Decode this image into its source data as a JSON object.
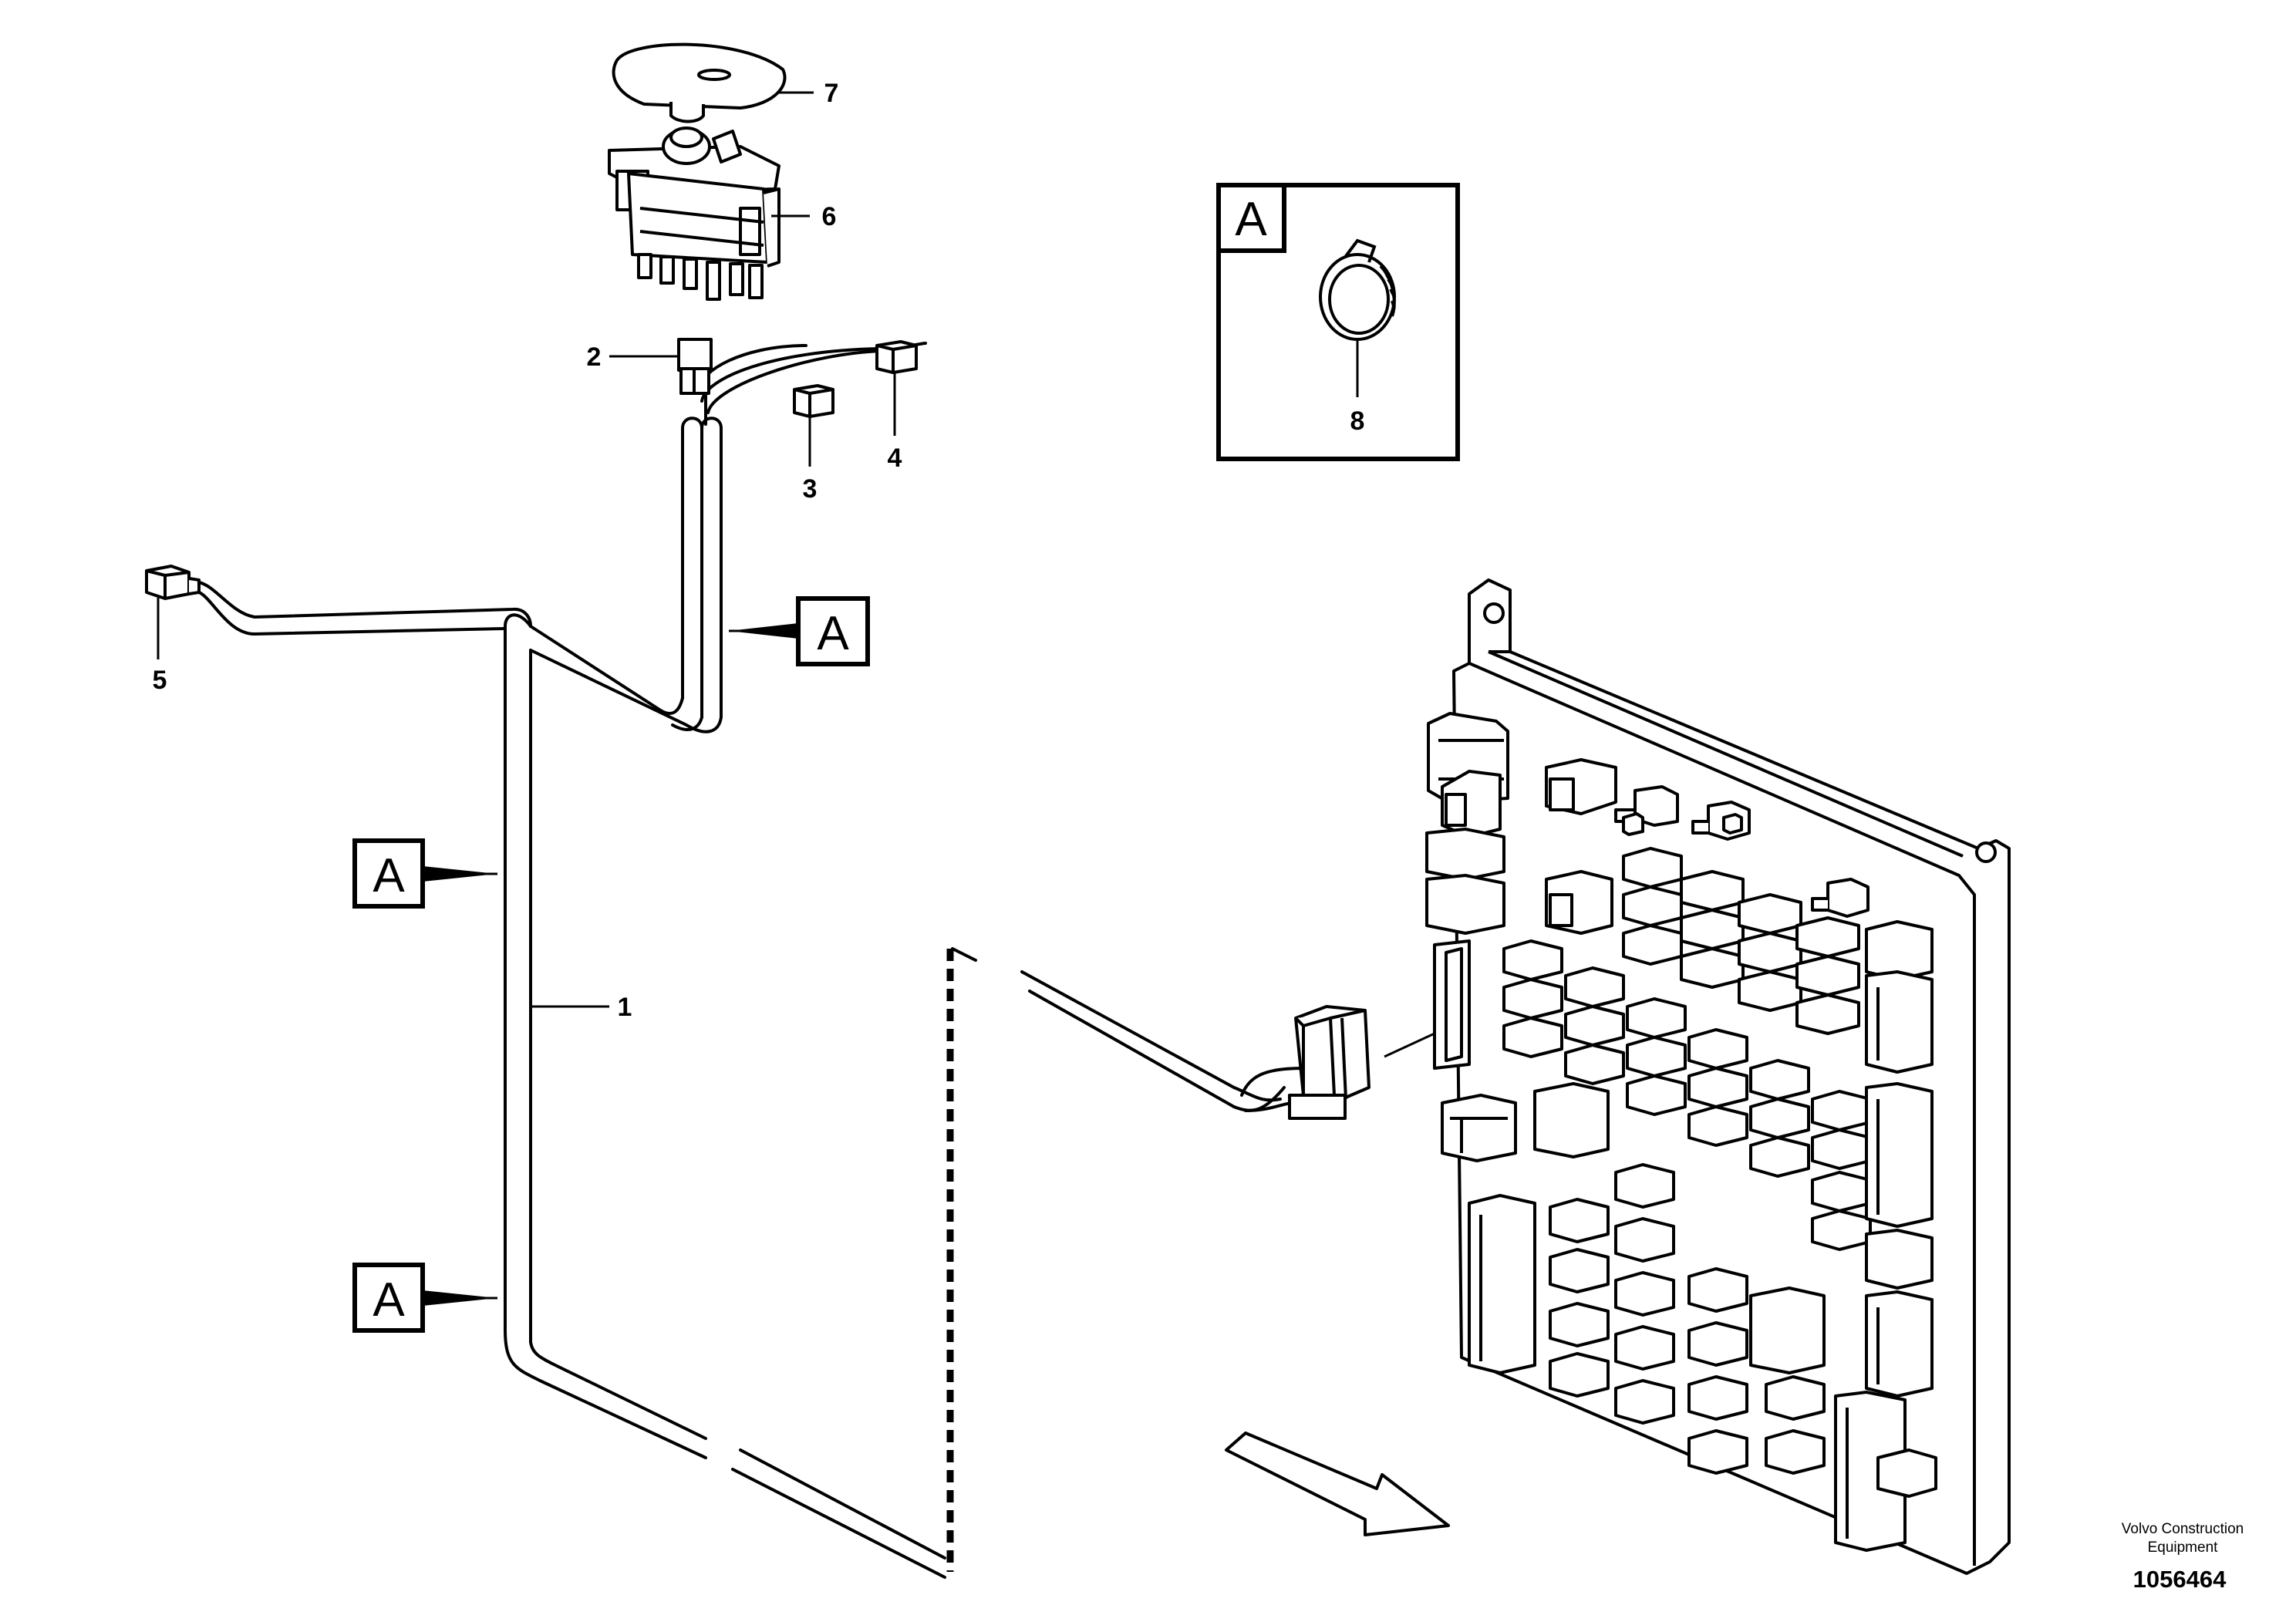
{
  "callouts": {
    "c1": "1",
    "c2": "2",
    "c3": "3",
    "c4": "4",
    "c5": "5",
    "c6": "6",
    "c7": "7",
    "c8": "8"
  },
  "detail_marker": "A",
  "footer": {
    "credit_line1": "Volvo Construction",
    "credit_line2": "Equipment",
    "doc_number": "1056464"
  }
}
